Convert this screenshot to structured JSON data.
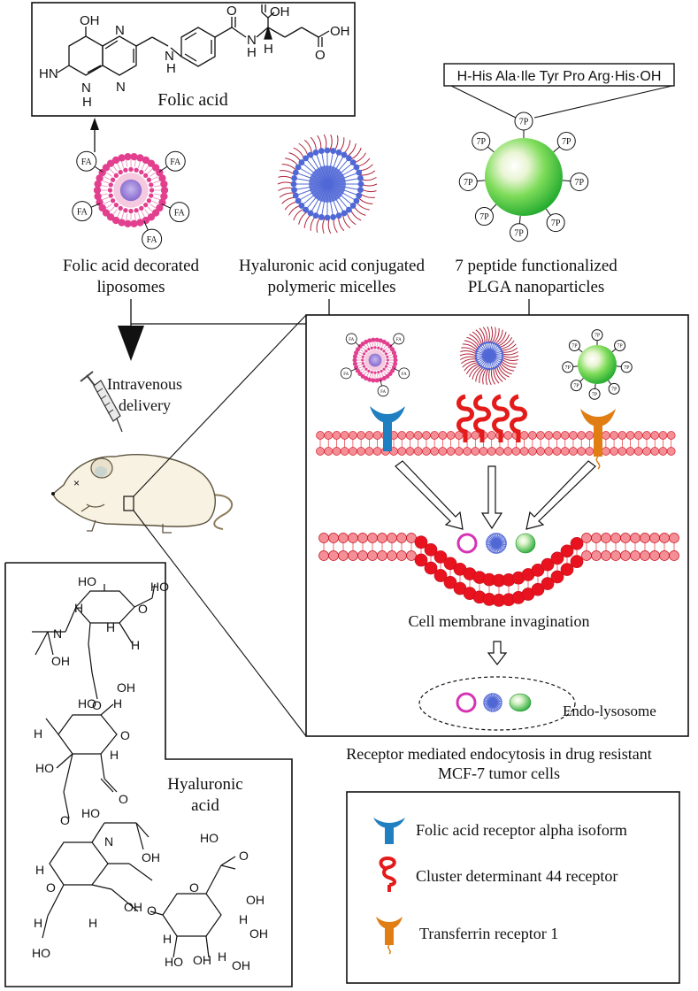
{
  "folic_acid": {
    "title": "Folic acid",
    "atoms": {
      "oh_top": "OH",
      "hn": "HN",
      "n_h": "N",
      "h_under": "H",
      "n_ring1": "N",
      "n_ring2": "N",
      "nh_link": "N",
      "nh_h": "H",
      "o_amide": "O",
      "nh_amide": "N",
      "h_amide": "H",
      "cooh1": "OH",
      "o1": "O",
      "h_chiral": "H",
      "cooh2": "OH",
      "o2": "O",
      "n_low": "N"
    }
  },
  "peptide": {
    "sequence_parts": [
      "H",
      "His",
      "Ala",
      "Ile",
      "Tyr",
      "Pro",
      "Arg",
      "His",
      "OH"
    ],
    "tag": "7P"
  },
  "nanoparticles": {
    "liposome": {
      "label_line1": "Folic acid decorated",
      "label_line2": "liposomes",
      "tag": "FA"
    },
    "micelle": {
      "label_line1": "Hyaluronic acid conjugated",
      "label_line2": "polymeric micelles"
    },
    "plga": {
      "label_line1": "7 peptide functionalized",
      "label_line2": "PLGA nanoparticles"
    }
  },
  "delivery": {
    "line1": "Intravenous",
    "line2": "delivery"
  },
  "mechanism": {
    "invagination": "Cell membrane invagination",
    "endolysosome": "Endo-lysosome",
    "caption_line1": "Receptor mediated endocytosis in drug resistant",
    "caption_line2": "MCF-7 tumor cells"
  },
  "hyaluronic": {
    "title_line1": "Hyaluronic",
    "title_line2": "acid",
    "atoms": {
      "ho1": "HO",
      "h1": "H",
      "o_ring1": "O",
      "ho_ch2": "HO",
      "n1": "N",
      "h2": "H",
      "oh1": "OH",
      "h3": "H",
      "oh2": "OH",
      "o_link1": "O",
      "ho2": "HO",
      "h4": "H",
      "h5": "H",
      "ho3": "HO",
      "o_ring2": "O",
      "h6": "H",
      "o_c": "O",
      "ho4": "HO",
      "o_link2": "O",
      "h7": "H",
      "n2": "N",
      "oh3": "OH",
      "o_ring3": "O",
      "h8": "H",
      "oh4": "OH",
      "ho5": "HO",
      "h9": "H",
      "o_link3": "O",
      "ho6": "HO",
      "o_c2": "O",
      "oh5": "OH",
      "h10": "H",
      "oh6": "OH",
      "o_ring4": "O",
      "h11": "H",
      "oh7": "OH",
      "ho7": "HO",
      "h12": "H",
      "oh8": "OH"
    }
  },
  "legend": {
    "items": [
      {
        "label": "Folic acid receptor alpha isoform",
        "icon": "folate-receptor-icon",
        "color": "#1f7fc1"
      },
      {
        "label": "Cluster determinant 44 receptor",
        "icon": "cd44-receptor-icon",
        "color": "#e31b1b"
      },
      {
        "label": "Transferrin receptor 1",
        "icon": "transferrin-receptor-icon",
        "color": "#e07e14"
      }
    ]
  },
  "colors": {
    "liposome": "#e2408f",
    "micelle_core": "#5067d6",
    "micelle_tail": "#b0223a",
    "plga": "#3cc43c",
    "membrane": "#e8303c",
    "membrane_light": "#f48f97"
  }
}
